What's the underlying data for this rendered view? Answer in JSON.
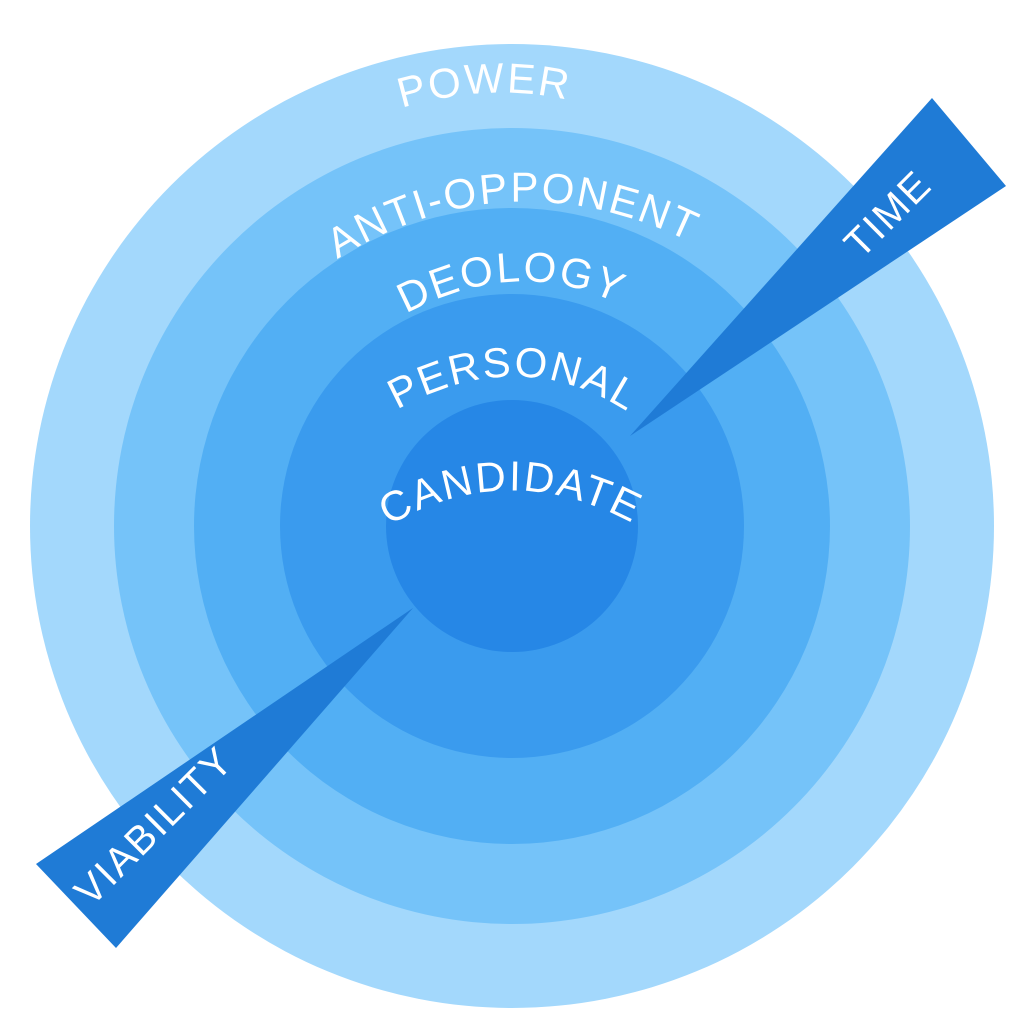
{
  "diagram": {
    "rings": [
      {
        "label": "POWER",
        "color": "#a3d8fc"
      },
      {
        "label": "ANTI-OPPONENT",
        "color": "#75c3f9"
      },
      {
        "label": "IDEOLOGY",
        "color": "#52aff4"
      },
      {
        "label": "PERSONAL",
        "color": "#3a9bee"
      },
      {
        "label": "CANDIDATE",
        "color": "#2687e6"
      }
    ],
    "spikes": [
      {
        "label": "TIME",
        "color": "#1f7bd6"
      },
      {
        "label": "VIABILITY",
        "color": "#1f7bd6"
      }
    ]
  }
}
